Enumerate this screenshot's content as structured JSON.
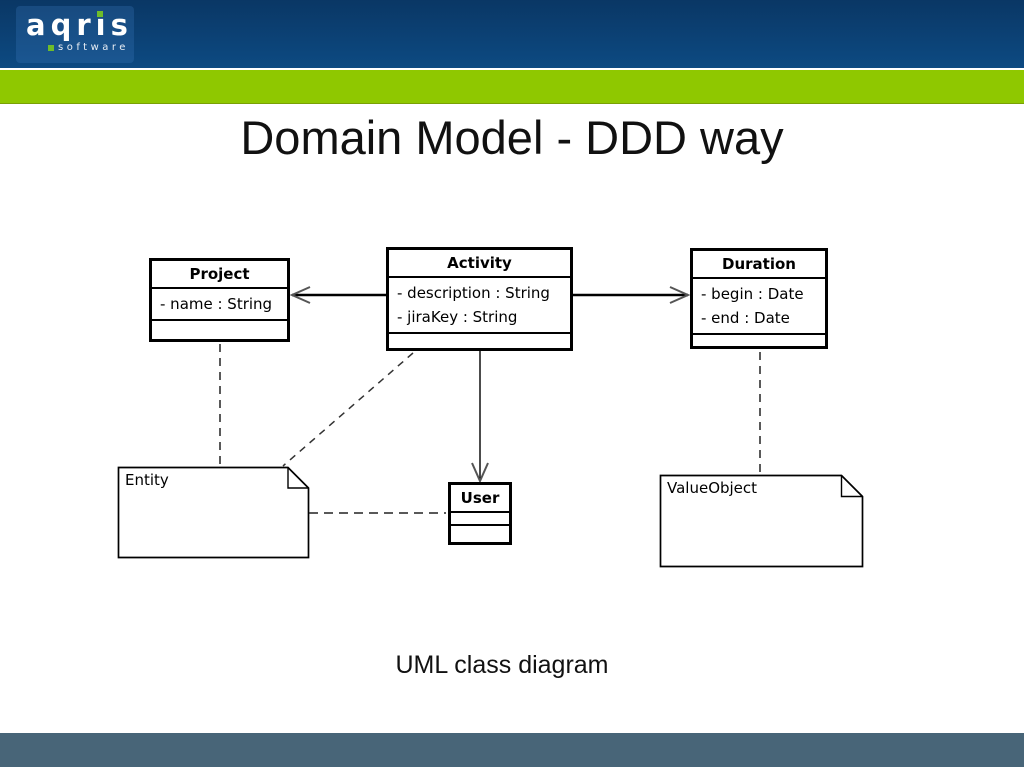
{
  "header": {
    "logo": {
      "pre": "aqr",
      "i_stem": "ı",
      "post": "s",
      "subtitle": "software"
    }
  },
  "title": "Domain Model - DDD way",
  "caption": "UML class diagram",
  "colors": {
    "header-top": "#0a3765",
    "header-bottom": "#0d4a82",
    "logo-green": "#6fbc2a",
    "green-bar": "#8fc800",
    "footer": "#486578",
    "ink": "#111111"
  },
  "diagram": {
    "classes": [
      {
        "id": "project",
        "name": "Project",
        "attributes": [
          "- name : String"
        ]
      },
      {
        "id": "activity",
        "name": "Activity",
        "attributes": [
          "- description : String",
          "- jiraKey : String"
        ]
      },
      {
        "id": "duration",
        "name": "Duration",
        "attributes": [
          "- begin : Date",
          "- end : Date"
        ]
      },
      {
        "id": "user",
        "name": "User",
        "attributes": []
      }
    ],
    "notes": [
      {
        "id": "entity",
        "label": "Entity"
      },
      {
        "id": "valueobject",
        "label": "ValueObject"
      }
    ],
    "connections": [
      {
        "from": "Activity",
        "to": "Project",
        "type": "solid-open-arrow"
      },
      {
        "from": "Activity",
        "to": "Duration",
        "type": "solid-open-arrow"
      },
      {
        "from": "Activity",
        "to": "User",
        "type": "solid-open-arrow"
      },
      {
        "from": "Project",
        "to": "Entity",
        "type": "dashed"
      },
      {
        "from": "Activity",
        "to": "Entity",
        "type": "dashed"
      },
      {
        "from": "User",
        "to": "Entity",
        "type": "dashed"
      },
      {
        "from": "Duration",
        "to": "ValueObject",
        "type": "dashed"
      }
    ]
  }
}
